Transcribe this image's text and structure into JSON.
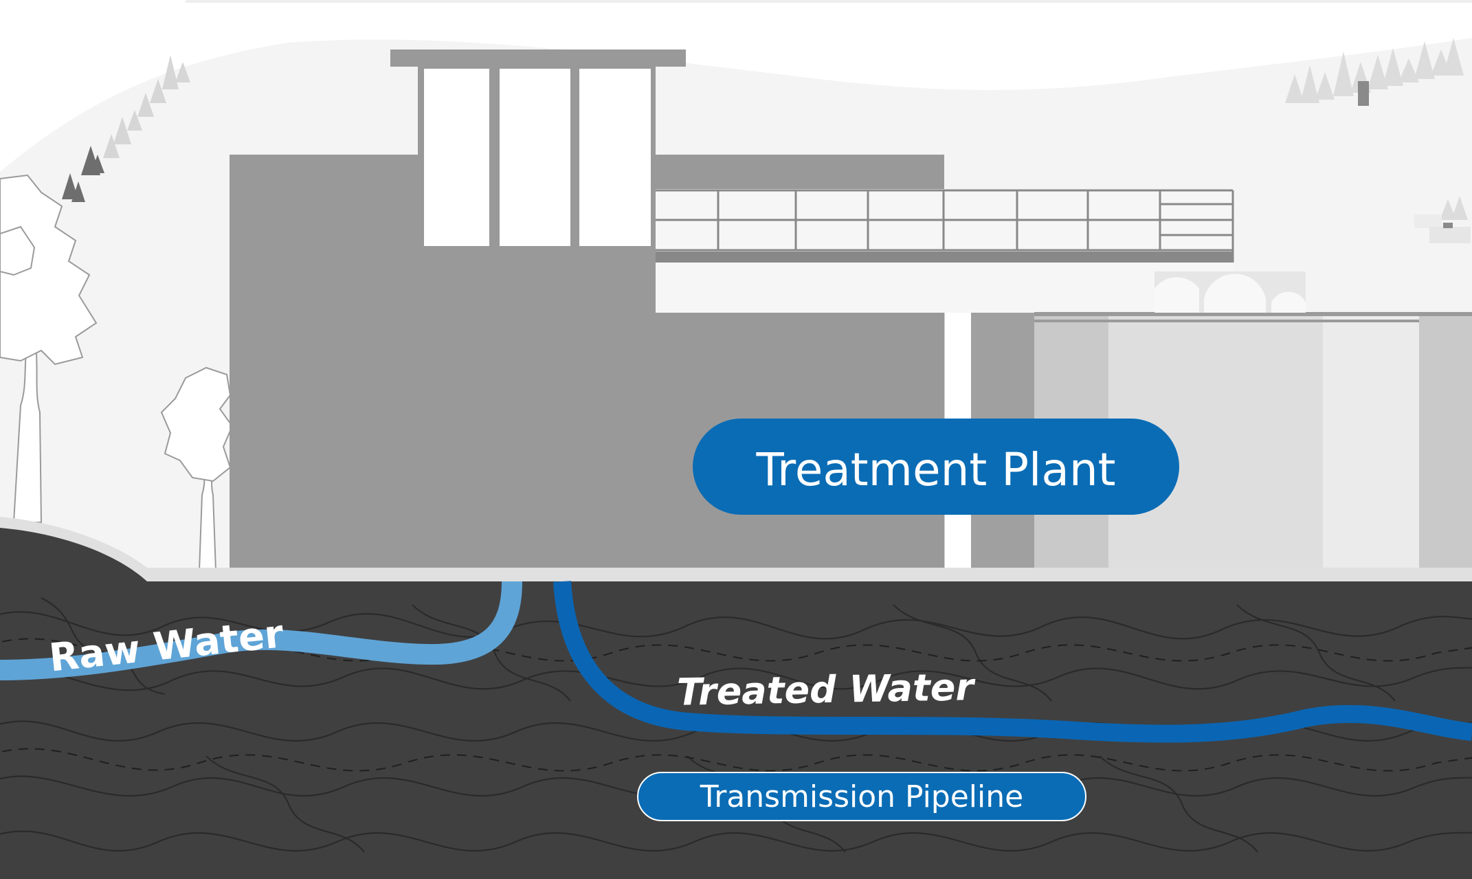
{
  "labels": {
    "treatment_plant": "Treatment Plant",
    "raw_water": "Raw Water",
    "treated_water": "Treated Water",
    "transmission_pipeline": "Transmission Pipeline"
  },
  "colors": {
    "plant_blue": "#0a6cb5",
    "raw_water_pipe": "#5fa4d6",
    "treated_water_pipe": "#0a66b4",
    "soil": "#404041",
    "building": "#9a9a9a",
    "sky_hill": "#f3f3f3"
  },
  "icons": [
    "tree-icon",
    "pine-tree-icon"
  ]
}
